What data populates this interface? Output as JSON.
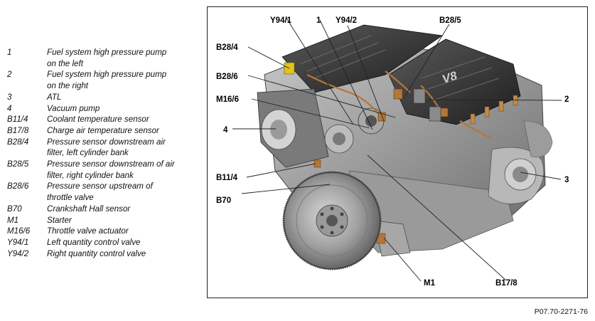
{
  "legend": [
    {
      "code": "1",
      "desc": "Fuel system high pressure pump on the left",
      "lines": [
        "Fuel system high pressure pump",
        "on the left"
      ]
    },
    {
      "code": "2",
      "desc": "Fuel system high pressure pump on the right",
      "lines": [
        "Fuel system high pressure pump",
        "on the right"
      ]
    },
    {
      "code": "3",
      "desc": "ATL",
      "lines": [
        "ATL"
      ]
    },
    {
      "code": "4",
      "desc": "Vacuum pump",
      "lines": [
        "Vacuum pump"
      ]
    },
    {
      "code": "B11/4",
      "desc": "Coolant temperature sensor",
      "lines": [
        "Coolant temperature sensor"
      ]
    },
    {
      "code": "B17/8",
      "desc": "Charge air temperature sensor",
      "lines": [
        "Charge air temperature sensor"
      ]
    },
    {
      "code": "B28/4",
      "desc": "Pressure sensor downstream air filter, left cylinder bank",
      "lines": [
        "Pressure sensor downstream air",
        "filter, left cylinder bank"
      ]
    },
    {
      "code": "B28/5",
      "desc": "Pressure sensor downstream of air filter, right cylinder bank",
      "lines": [
        "Pressure sensor downstream of air",
        "filter, right cylinder bank"
      ]
    },
    {
      "code": "B28/6",
      "desc": "Pressure sensor upstream of throttle valve",
      "lines": [
        "Pressure sensor upstream of",
        "throttle valve"
      ]
    },
    {
      "code": "B70",
      "desc": "Crankshaft Hall sensor",
      "lines": [
        "Crankshaft Hall sensor"
      ]
    },
    {
      "code": "M1",
      "desc": "Starter",
      "lines": [
        "Starter"
      ]
    },
    {
      "code": "M16/6",
      "desc": "Throttle valve actuator",
      "lines": [
        "Throttle valve actuator"
      ]
    },
    {
      "code": "Y94/1",
      "desc": "Left quantity control valve",
      "lines": [
        "Left quantity control valve"
      ]
    },
    {
      "code": "Y94/2",
      "desc": "Right quantity control valve",
      "lines": [
        "Right quantity control valve"
      ]
    }
  ],
  "figure": {
    "callouts": {
      "y94_1": "Y94/1",
      "c1": "1",
      "y94_2": "Y94/2",
      "b28_5": "B28/5",
      "b28_4": "B28/4",
      "b28_6": "B28/6",
      "m16_6": "M16/6",
      "c2": "2",
      "c4": "4",
      "c3": "3",
      "b11_4": "B11/4",
      "b70": "B70",
      "m1": "M1",
      "b17_8": "B17/8"
    },
    "engine_badge": "V8"
  },
  "reference_code": "P07.70-2271-76",
  "colors": {
    "engine_dark": "#3a3a3a",
    "engine_mid": "#8a8a8a",
    "engine_light": "#cfcfcf",
    "copper": "#b5763a",
    "yellow": "#e3c21a"
  }
}
